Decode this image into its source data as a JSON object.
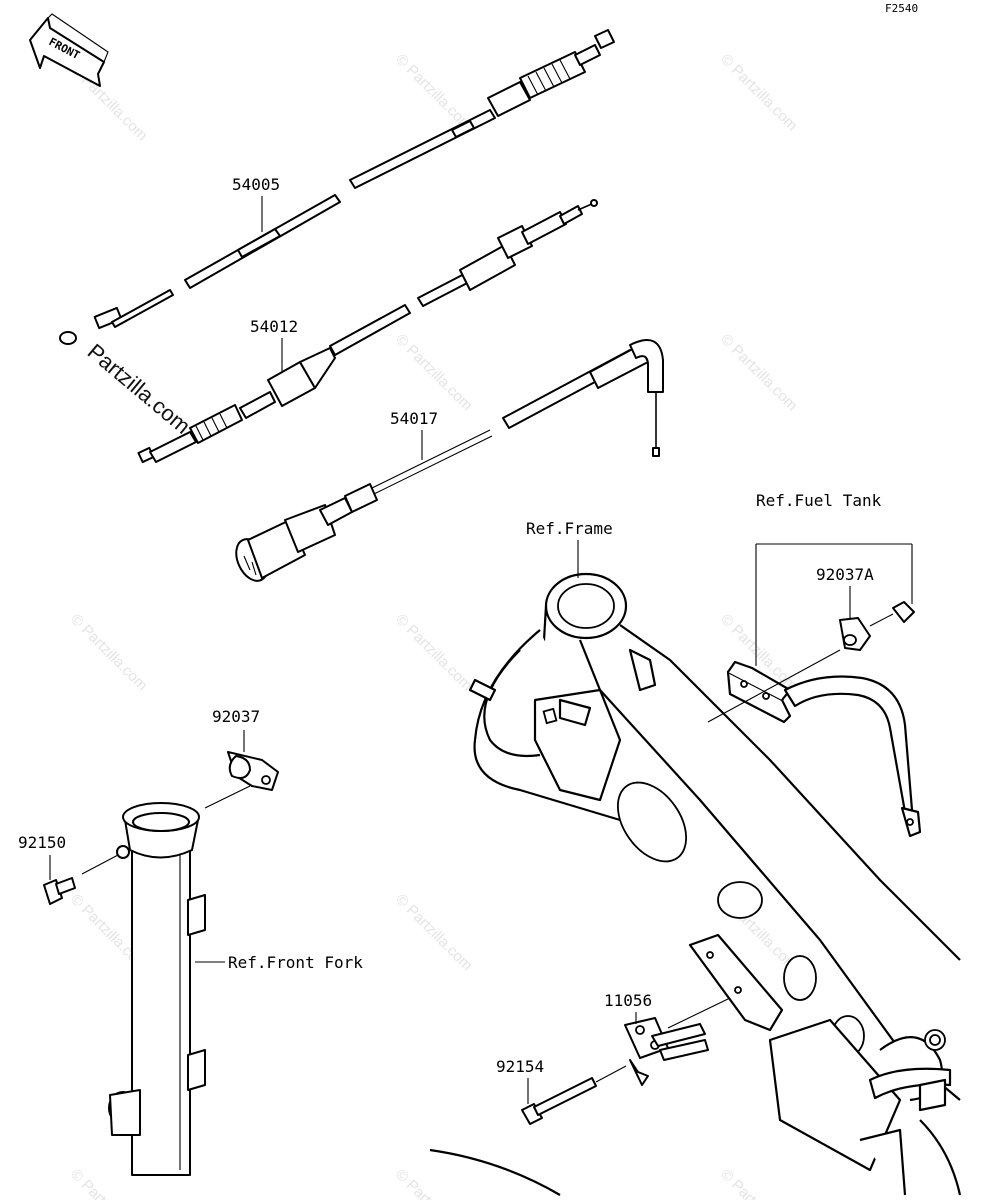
{
  "diagram_code": "F2540",
  "front_arrow": {
    "text": "FRONT",
    "icon": "front-arrow-icon"
  },
  "callouts": {
    "c54005": "54005",
    "c54012": "54012",
    "c54017": "54017",
    "c92037": "92037",
    "c92037A": "92037A",
    "c92150": "92150",
    "c92154": "92154",
    "c11056": "11056"
  },
  "references": {
    "frame": "Ref.Frame",
    "fuel_tank": "Ref.Fuel Tank",
    "front_fork": "Ref.Front Fork"
  },
  "watermark": {
    "text": "© Partzilla.com",
    "prominent": "Partzilla.com"
  }
}
